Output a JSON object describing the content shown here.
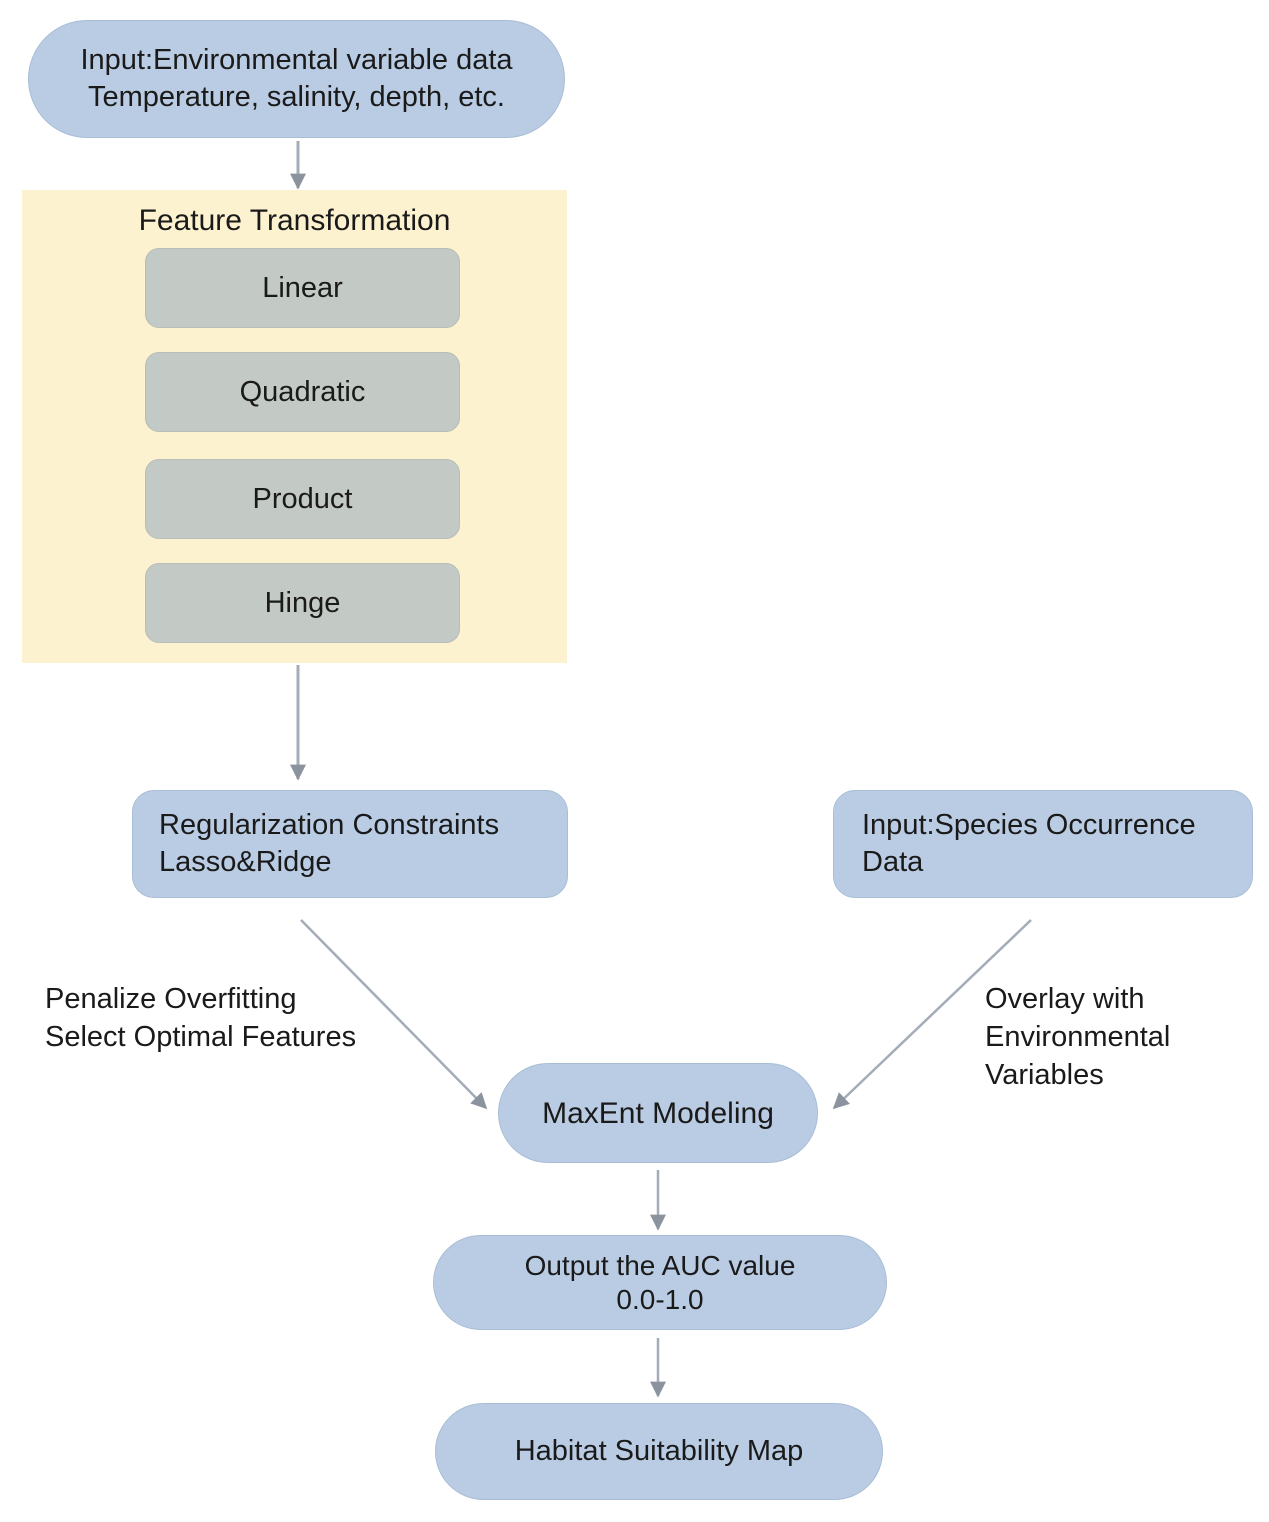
{
  "colors": {
    "node_fill": "#b9cce3",
    "node_border": "#a8bdd6",
    "panel_fill": "#fdf2d0",
    "feature_fill": "#c3c9c4",
    "arrow_line": "#a3acb7",
    "arrow_head": "#8b949e",
    "text": "#1a1a1a"
  },
  "nodes": {
    "env_input": {
      "line1": "Input:Environmental variable data",
      "line2": "Temperature, salinity, depth, etc."
    },
    "feature_panel": {
      "title": "Feature Transformation",
      "features": [
        "Linear",
        "Quadratic",
        "Product",
        "Hinge"
      ]
    },
    "regularization": {
      "line1": "Regularization Constraints",
      "line2": "Lasso&Ridge"
    },
    "species_input": {
      "line1": "Input:Species Occurrence",
      "line2": "Data"
    },
    "maxent": {
      "label": "MaxEnt Modeling"
    },
    "auc_output": {
      "line1": "Output the AUC value",
      "line2": "0.0-1.0"
    },
    "habitat_map": {
      "label": "Habitat Suitability Map"
    }
  },
  "edge_labels": {
    "left": {
      "line1": "Penalize Overfitting",
      "line2": "Select Optimal Features"
    },
    "right": {
      "line1": "Overlay with",
      "line2": "Environmental",
      "line3": "Variables"
    }
  }
}
